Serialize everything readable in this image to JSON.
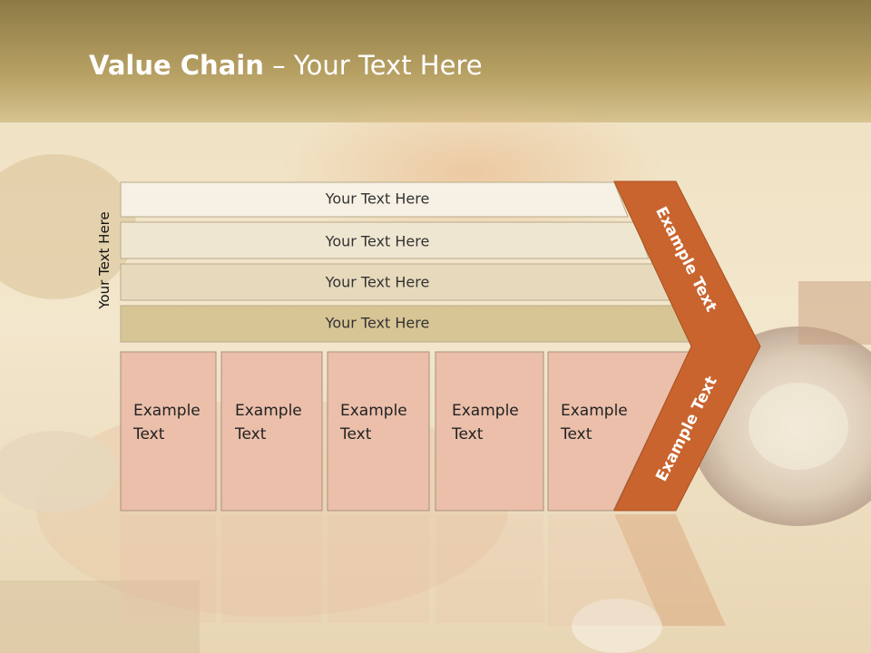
{
  "slide": {
    "title_bold": "Value Chain",
    "title_rest": " – Your Text Here",
    "side_label": "Your Text Here"
  },
  "bars": [
    {
      "label": "Your Text Here",
      "color": "#f6f1e4"
    },
    {
      "label": "Your Text Here",
      "color": "#efe6d1"
    },
    {
      "label": "Your Text Here",
      "color": "#e7dabc"
    },
    {
      "label": "Your Text Here",
      "color": "#d8c595"
    }
  ],
  "cells": [
    {
      "line1": "Example",
      "line2": "Text"
    },
    {
      "line1": "Example",
      "line2": "Text"
    },
    {
      "line1": "Example",
      "line2": "Text"
    },
    {
      "line1": "Example",
      "line2": "Text"
    },
    {
      "line1": "Example",
      "line2": "Text"
    }
  ],
  "chevron": {
    "upper_label": "Example Text",
    "lower_label": "Example Text",
    "color": "#c9642f"
  },
  "colors": {
    "cell_fill": "#ebbfaa",
    "header_band": "#b29a55"
  }
}
